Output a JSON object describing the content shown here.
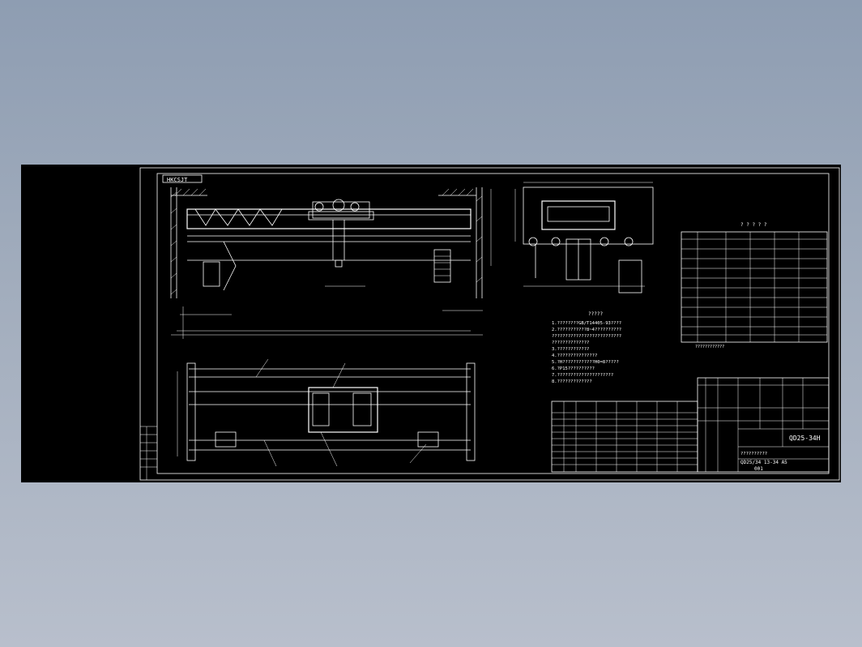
{
  "drawing": {
    "top_left_label": "HKCSJT",
    "notes_heading": "?????",
    "notes": [
      "1.????????GB/T14405-93????",
      "2.???????????8~4??????????",
      "  ??????????????????????????",
      "  ??????????????",
      "3.????????????",
      "4.???????????????",
      "5.?H????????????H0=8?????",
      "6.?P15??????????",
      "7.?????????????????????",
      "8.?????????????"
    ],
    "right_table_heading": "? ? ? ? ?",
    "right_table_footer": "????????????",
    "title_block": {
      "drawing_number": "QD25-34H",
      "name_line": "QD25/34 13-34 A5",
      "note_line": "??????????",
      "sheet": "001"
    }
  }
}
